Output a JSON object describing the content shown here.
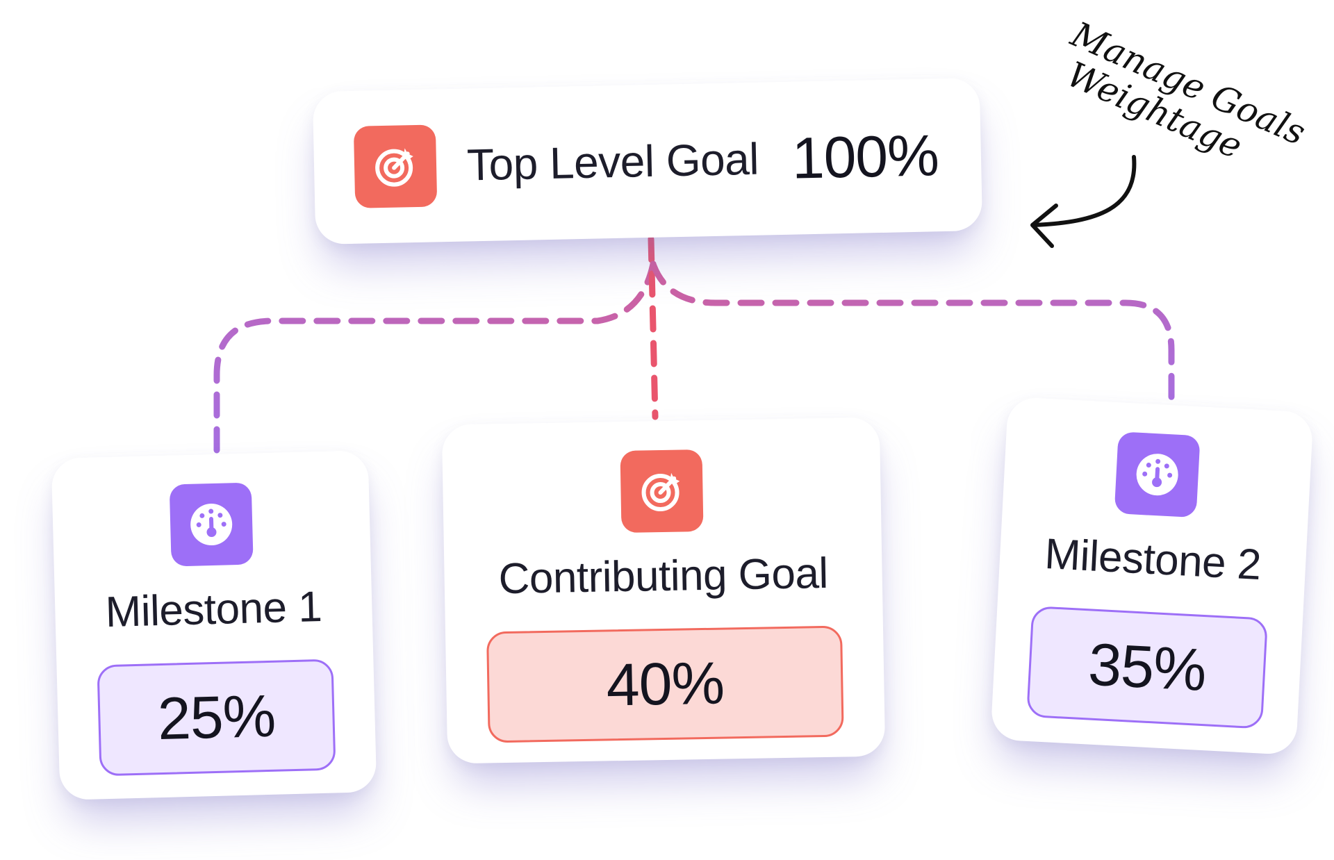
{
  "top_goal": {
    "label": "Top Level Goal",
    "value": "100%",
    "icon": "target-icon"
  },
  "children": [
    {
      "id": "milestone-1",
      "label": "Milestone 1",
      "value": "25%",
      "icon": "gauge-icon"
    },
    {
      "id": "contributing-goal",
      "label": "Contributing Goal",
      "value": "40%",
      "icon": "target-icon"
    },
    {
      "id": "milestone-2",
      "label": "Milestone 2",
      "value": "35%",
      "icon": "gauge-icon"
    }
  ],
  "annotation": {
    "line1": "Manage Goals",
    "line2": "Weightage"
  },
  "colors": {
    "goal_accent": "#f26a5e",
    "goal_fill": "#fcd9d6",
    "milestone_accent": "#9d6ff7",
    "milestone_fill": "#efe7ff",
    "connector_pink": "#d0609c",
    "connector_purple": "#a66ee0"
  }
}
